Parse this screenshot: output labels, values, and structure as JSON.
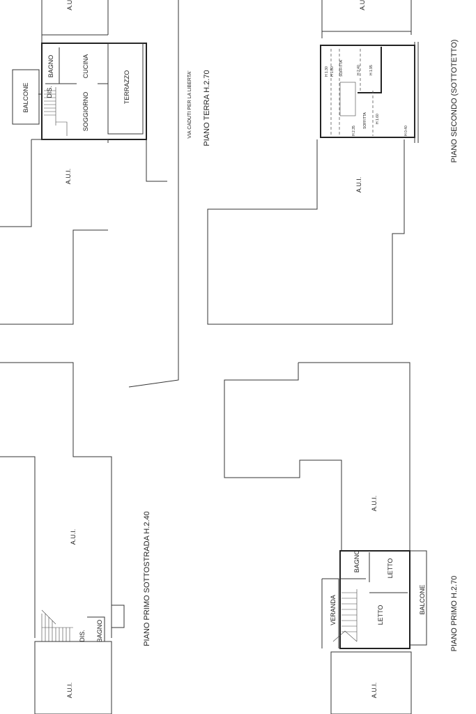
{
  "plans": {
    "piano_terra": {
      "title": "PIANO TERRA H.2.70",
      "street": "VIA CADUTI PER LA LIBERTA'",
      "rooms": [
        "BALCONE",
        "BAGNO",
        "CUCINA",
        "DIS.",
        "SOGGIORNO",
        "TERRAZZO"
      ],
      "aui": "A.U.I.",
      "top_au": "A.U."
    },
    "piano_secondo": {
      "title": "PIANO SECONDO (SOTTOTETTO)",
      "rooms": [
        "SOFFITTA",
        "SOFFITTA"
      ],
      "heights": [
        "H 1.30",
        "H 1.80",
        "H 2.40",
        "H 1.95",
        "H 2.35",
        "H 1.60",
        "H 0.40"
      ],
      "aui": "A.U.I.",
      "top_au": "A.U."
    },
    "piano_primo_sottostrada": {
      "title": "PIANO PRIMO SOTTOSTRADA H.2.40",
      "rooms": [
        "DIS.",
        "BAGNO"
      ],
      "aui": "A.U.I.",
      "aui_bottom": "A.U.I."
    },
    "piano_primo": {
      "title": "PIANO PRIMO H.2.70",
      "rooms": [
        "VERANDA",
        "BAGNO",
        "LETTO",
        "LETTO",
        "BALCONE"
      ],
      "aui": "A.U.I.",
      "aui_bottom": "A.U.I."
    }
  }
}
